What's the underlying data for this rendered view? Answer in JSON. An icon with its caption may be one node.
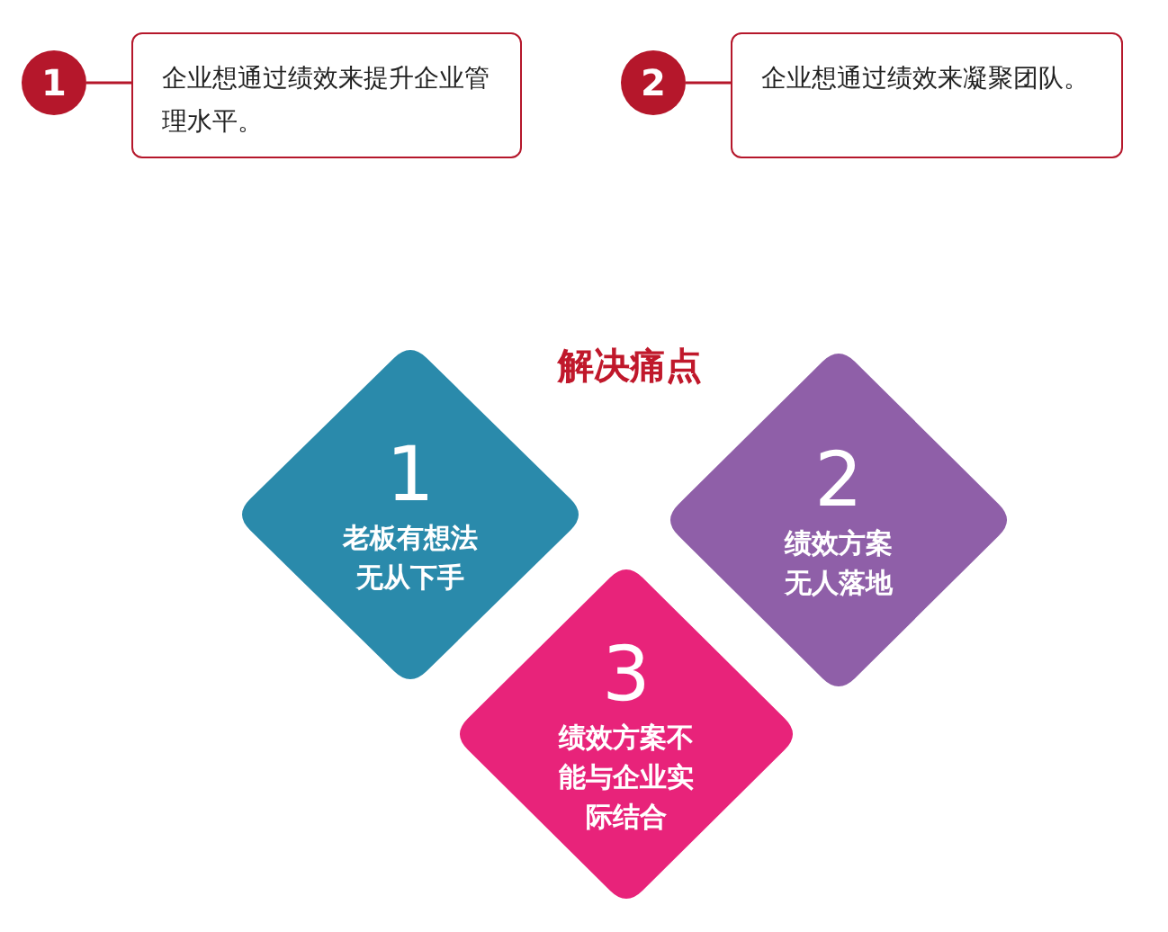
{
  "diagram": {
    "title": "解决痛点",
    "nodes": [
      {
        "text": [
          "1"
        ]
      },
      {
        "text": [
          "企业想通过绩效来提升企业管理水平。"
        ]
      },
      {
        "text": [
          "2"
        ]
      },
      {
        "text": [
          "企业想通过绩效来凝聚团队。"
        ]
      },
      {
        "text": [
          "1",
          "老板有想法无从下手"
        ]
      },
      {
        "text": [
          "2",
          "绩效方案无人落地"
        ]
      },
      {
        "text": [
          "3",
          "绩效方案不能与企业实际结合"
        ]
      }
    ],
    "edges": [
      {
        "from": 0,
        "to": 1,
        "arrow": "none"
      },
      {
        "from": 2,
        "to": 3,
        "arrow": "none"
      }
    ]
  }
}
